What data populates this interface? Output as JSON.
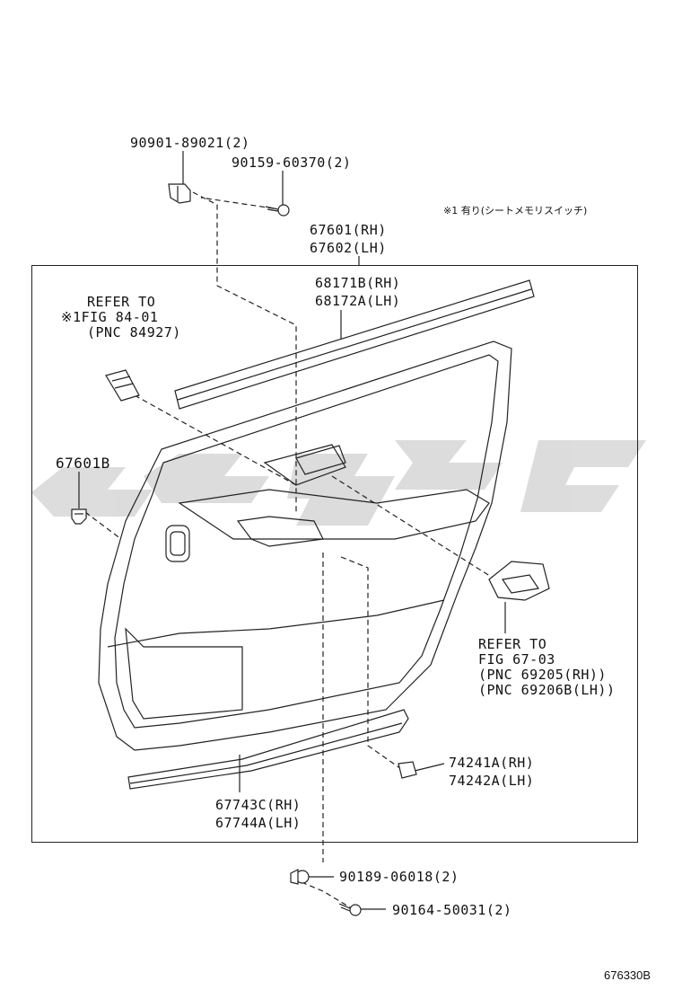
{
  "parts": {
    "clip_90901": "90901-89021(2)",
    "screw_90159": "90159-60370(2)",
    "note_memory": "※1 有り(シートメモリスイッチ)",
    "trim_rh": "67601(RH)",
    "trim_lh": "67602(LH)",
    "strip_rh": "68171B(RH)",
    "strip_lh": "68172A(LH)",
    "refer1_line1": "REFER TO",
    "refer1_line2": "※1FIG 84-01",
    "refer1_line3": "(PNC 84927)",
    "clip_67601b": "67601B",
    "refer2_line1": "REFER TO",
    "refer2_line2": "FIG 67-03",
    "refer2_line3": "(PNC 69205(RH))",
    "refer2_line4": "(PNC 69206B(LH))",
    "cover_rh": "74241A(RH)",
    "cover_lh": "74242A(LH)",
    "weather_rh": "67743C(RH)",
    "weather_lh": "67744A(LH)",
    "clip_90189": "90189-06018(2)",
    "screw_90164": "90164-50031(2)"
  },
  "figure_id": "676330B",
  "colors": {
    "line": "#222222",
    "watermark": "#d9d9d9"
  },
  "icons": [
    "clip-icon",
    "screw-icon",
    "switch-icon",
    "handle-icon",
    "cover-icon"
  ]
}
